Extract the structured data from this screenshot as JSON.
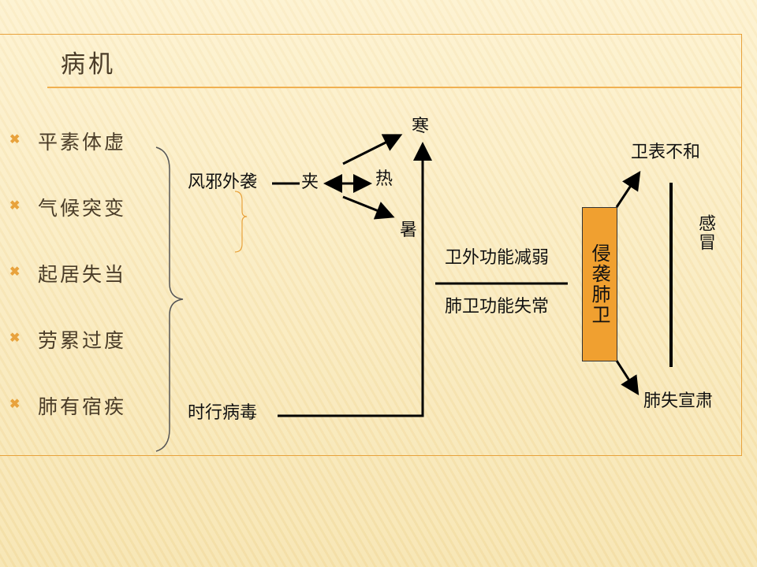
{
  "title": "病机",
  "causes": [
    "平素体虚",
    "气候突变",
    "起居失当",
    "劳累过度",
    "肺有宿疾"
  ],
  "diagram": {
    "wind_evil": "风邪外袭",
    "combined": "夹",
    "cold": "寒",
    "heat": "热",
    "summer_heat": "暑",
    "epidemic": "时行病毒",
    "weakened": "卫外功能减弱",
    "dysfunction": "肺卫功能失常",
    "invade": "侵袭肺卫",
    "exterior": "卫表不和",
    "lung": "肺失宣肃",
    "cold_disease": "感冒"
  },
  "colors": {
    "accent": "#f0a030",
    "bullet": "#e8a23c",
    "text": "#4a3c28"
  }
}
